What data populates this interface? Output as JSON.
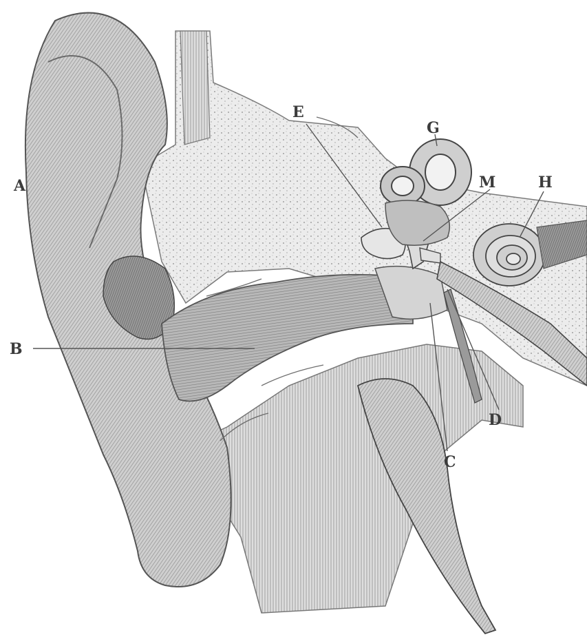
{
  "diagram": {
    "labels": [
      {
        "id": "A",
        "text": "A"
      },
      {
        "id": "B",
        "text": "B"
      },
      {
        "id": "E",
        "text": "E"
      },
      {
        "id": "G",
        "text": "G"
      },
      {
        "id": "M",
        "text": "M"
      },
      {
        "id": "H",
        "text": "H"
      },
      {
        "id": "D",
        "text": "D"
      },
      {
        "id": "C",
        "text": "C"
      }
    ]
  },
  "colors": {
    "ink": "#3c3c3c",
    "tissue_light": "#d9d9d9",
    "tissue_mid": "#a9a9a9",
    "tissue_dark": "#6e6e6e",
    "bone": "#e8e8e8"
  }
}
